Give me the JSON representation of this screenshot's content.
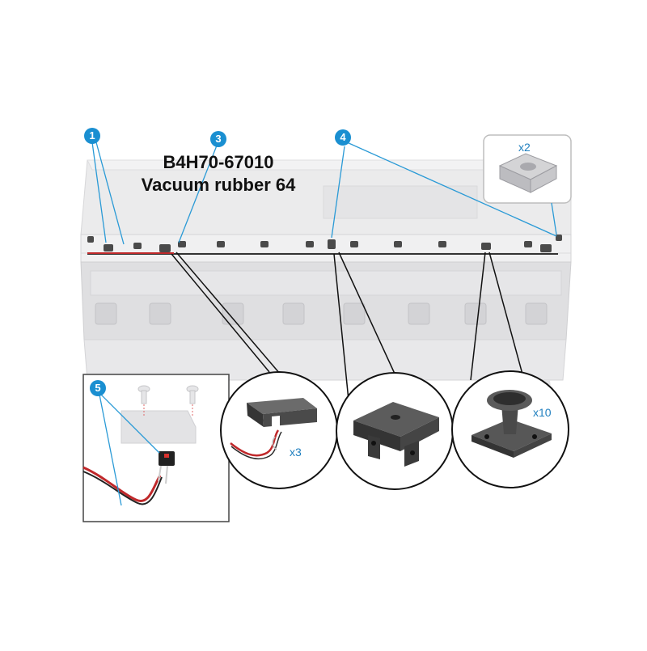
{
  "title": {
    "part_number": "B4H70-67010",
    "description": "Vacuum rubber 64"
  },
  "callouts": [
    "1",
    "3",
    "4",
    "5"
  ],
  "quantities": {
    "inset_top_right": "x2",
    "sensor_bracket": "x3",
    "vacuum_rubber": "x10"
  },
  "colors": {
    "callout": "#1a8fd1",
    "leader_line": "#2a9ad6",
    "cable_red": "#c0282a",
    "part_dark": "#3d3d3d"
  }
}
